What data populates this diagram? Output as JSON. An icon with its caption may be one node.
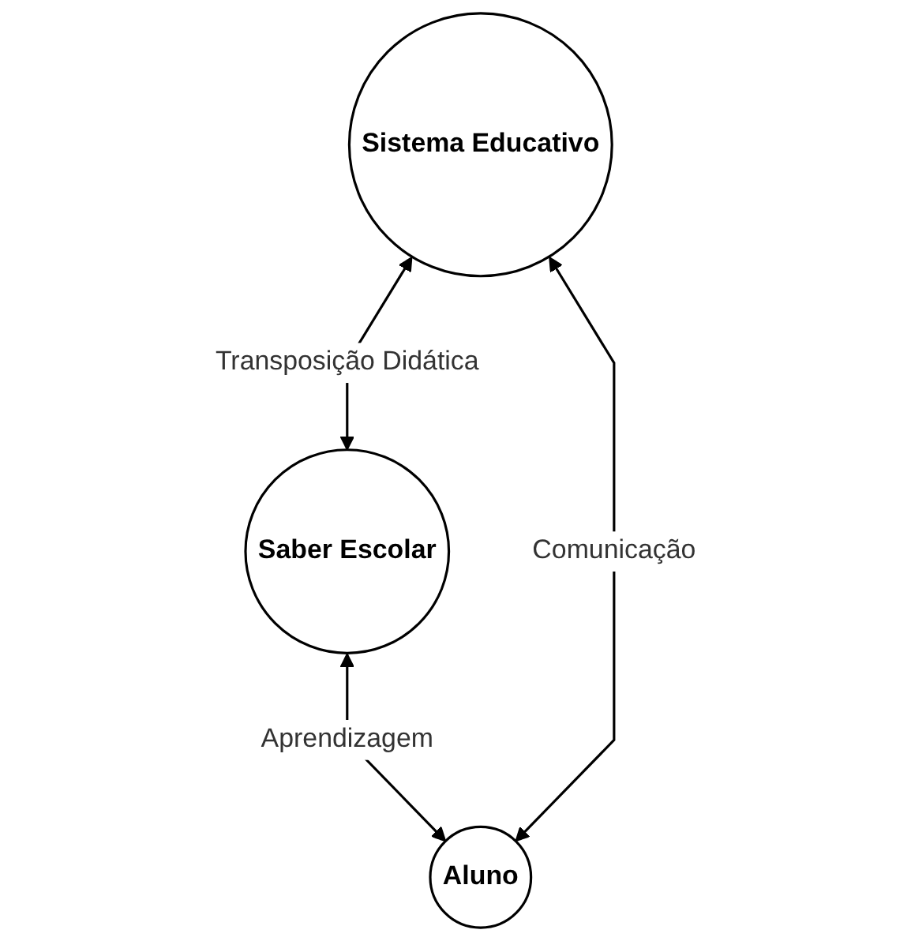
{
  "diagram": {
    "nodes": [
      {
        "text": [
          "Saber Escolar"
        ]
      },
      {
        "text": [
          "Sistema Educativo"
        ]
      },
      {
        "text": [
          "Aluno"
        ]
      }
    ],
    "edges": [
      {
        "from": 1,
        "to": 0,
        "arrow": "both",
        "label": "Transposição Didática"
      },
      {
        "from": 0,
        "to": 2,
        "arrow": "both",
        "label": "Aprendizagem"
      },
      {
        "from": 1,
        "to": 2,
        "arrow": "both",
        "label": "Comunicação"
      }
    ]
  }
}
